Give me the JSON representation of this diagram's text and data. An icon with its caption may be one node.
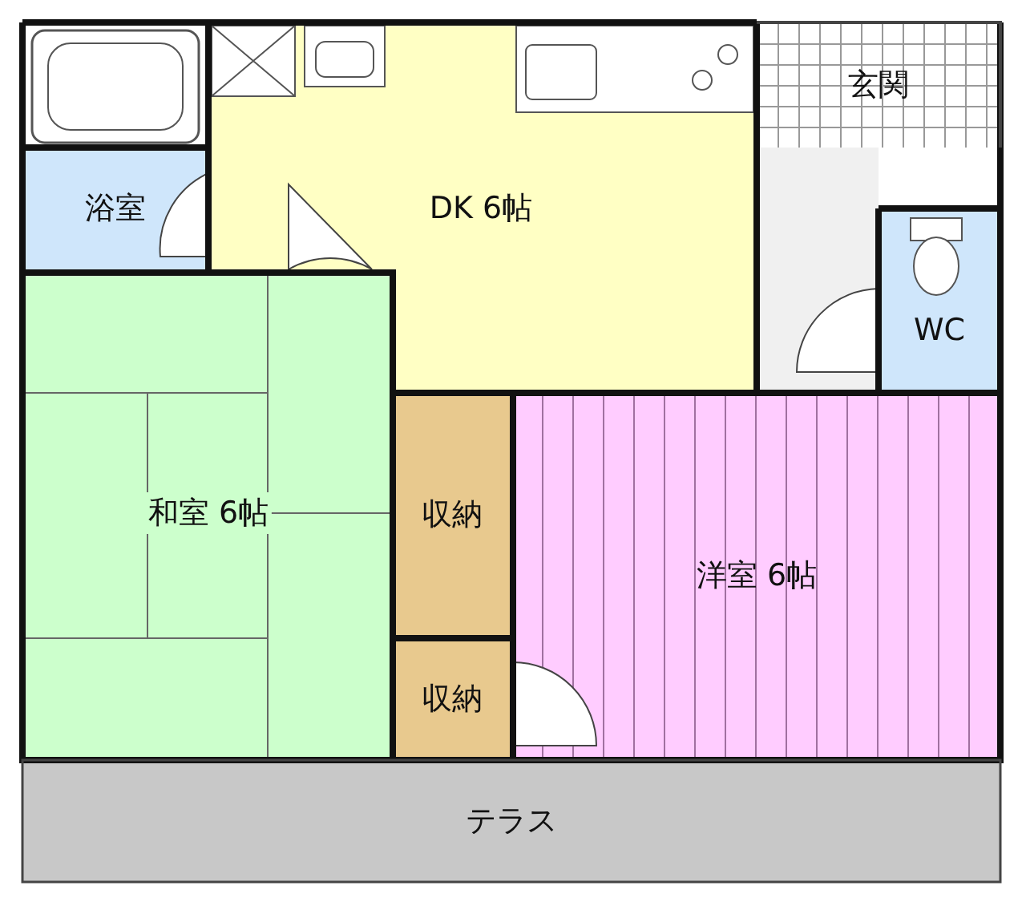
{
  "diagram": {
    "nodes": [
      {
        "text": [
          "浴室"
        ]
      },
      {
        "text": [
          "DK 6帖"
        ]
      },
      {
        "text": [
          "玄関"
        ]
      },
      {
        "text": [
          "WC"
        ]
      },
      {
        "text": [
          "和室 6帖"
        ]
      },
      {
        "text": [
          "収納"
        ]
      },
      {
        "text": [
          "収納"
        ]
      },
      {
        "text": [
          "洋室 6帖"
        ]
      },
      {
        "text": [
          "テラス"
        ]
      }
    ]
  }
}
